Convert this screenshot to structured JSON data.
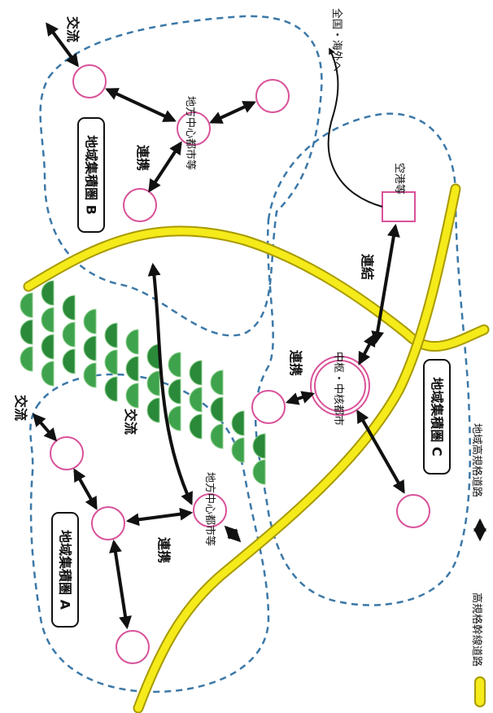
{
  "colors": {
    "expressway": "#f5ea1a",
    "expressway_outline": "#a89a00",
    "boundary": "#3b78a8",
    "node": "#d9529a",
    "forest": "#2a8a3a",
    "forest_light": "#8fd08f",
    "arrow": "#111111"
  },
  "regions": {
    "a": "地域集積圏 A",
    "b": "地域集積圏 B",
    "c": "地域集積圏 C"
  },
  "nodes": {
    "center_b": "地方中心都市等",
    "center_a": "地方中心都市等",
    "core_c": "中枢・中核都市",
    "airport": "空港等"
  },
  "labels": {
    "exchange_top": "交流",
    "exchange_left": "交流",
    "exchange_mid": "交流",
    "cooperation_b": "連携",
    "cooperation_a": "連携",
    "cooperation_c": "連携",
    "link": "連結",
    "national": "全国・海外へ"
  },
  "legend": {
    "expressway": "高規格幹線道路",
    "regional_road": "地域高規格道路"
  }
}
